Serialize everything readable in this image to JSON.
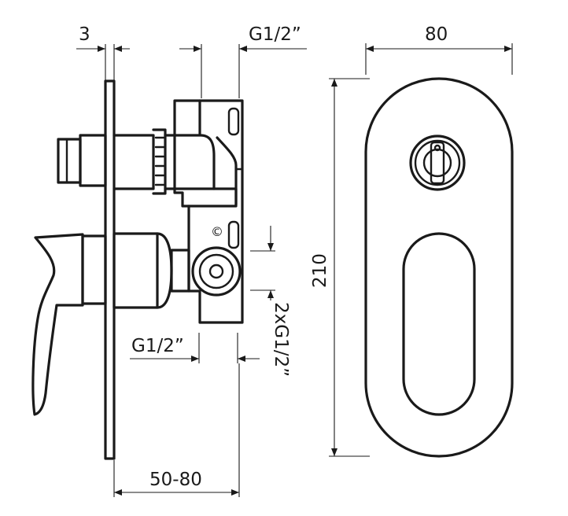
{
  "labels": {
    "plate_thickness": "3",
    "top_connection": "G1/2”",
    "width": "80",
    "height": "210",
    "side_connection": "G1/2”",
    "outlet_connections": "2xG1/2”",
    "wall_depth": "50-80",
    "marking": "©"
  }
}
